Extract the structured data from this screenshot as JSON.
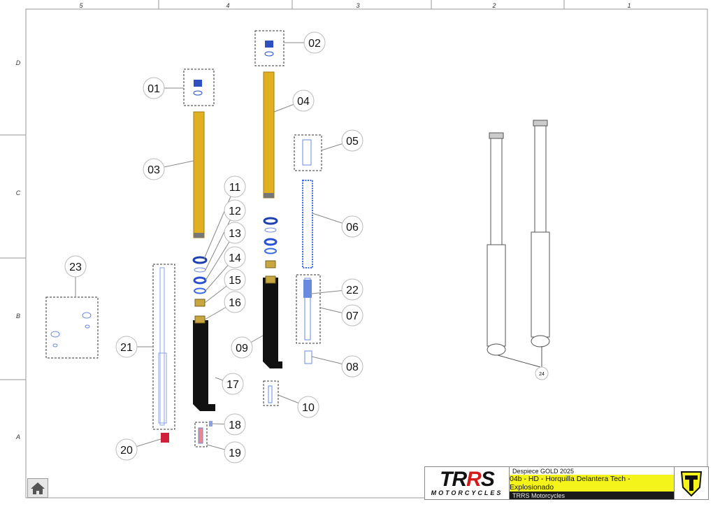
{
  "frame": {
    "columns": [
      "5",
      "4",
      "3",
      "2",
      "1"
    ],
    "rows": [
      "D",
      "C",
      "B",
      "A"
    ]
  },
  "callouts": [
    "01",
    "02",
    "03",
    "04",
    "05",
    "06",
    "07",
    "08",
    "09",
    "10",
    "11",
    "12",
    "13",
    "14",
    "15",
    "16",
    "17",
    "18",
    "19",
    "20",
    "21",
    "22",
    "23",
    "24"
  ],
  "title_block": {
    "logo_text": "TRRS",
    "logo_sub": "MOTORCYCLES",
    "line1": "Despiece GOLD 2025",
    "line2": "04b - HD - Horquilla Delantera Tech - Explosionado",
    "line3": "TRRS Motorcycles"
  },
  "home_button": {
    "icon": "home-icon"
  },
  "colors": {
    "tube": "#e0b020",
    "seal": "#2a4fd0",
    "leg": "#111111",
    "highlight": "#f4f41a",
    "cap": "#d0203a"
  }
}
